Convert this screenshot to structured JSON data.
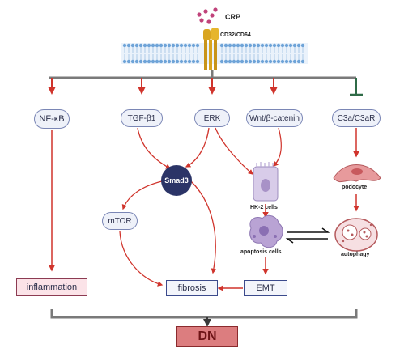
{
  "ligand": {
    "name": "CRP",
    "receptor": "CD32/CD64"
  },
  "nodes": {
    "nfkb": "NF-κB",
    "tgfb1": "TGF-β1",
    "erk": "ERK",
    "wnt": "Wnt/β-catenin",
    "c3a": "C3a/C3aR",
    "smad3": "Smad3",
    "mtor": "mTOR",
    "inflammation": "inflammation",
    "fibrosis": "fibrosis",
    "emt": "EMT",
    "dn": "DN"
  },
  "cells": {
    "hk2": "HK-2 cells",
    "apoptosis": "apoptosis cells",
    "podocyte": "podocyte",
    "autophagy": "autophagy"
  },
  "colors": {
    "activation_arrow": "#d0342c",
    "inhibition_arrow": "#2f6b47",
    "pathway_line": "#7a7a7a",
    "receptor": "#d9a520",
    "ligand": "#c0427a",
    "membrane": "#6fa4d8"
  },
  "icons": {
    "receptor": "receptor-icon",
    "membrane": "membrane-icon",
    "hk2": "kidney-tubular-cell-icon",
    "apoptosis": "apoptotic-cell-icon",
    "podocyte": "podocyte-icon",
    "autophagy": "autophagosome-icon",
    "equilibrium": "equilibrium-arrows-icon"
  }
}
